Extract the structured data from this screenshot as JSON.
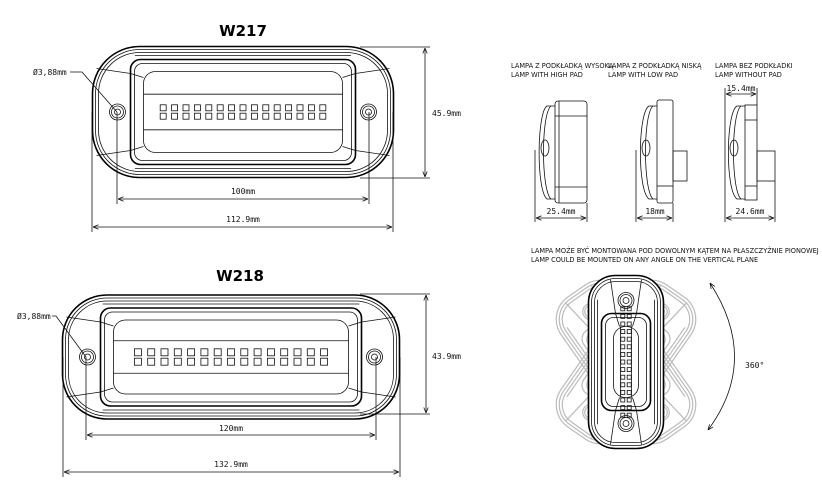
{
  "drawing": {
    "w217": {
      "title": "W217",
      "hole_label": "Ø3,88mm",
      "hole_spacing_label": "100mm",
      "length_label": "112.9mm",
      "height_label": "45.9mm"
    },
    "w218": {
      "title": "W218",
      "hole_label": "Ø3,88mm",
      "hole_spacing_label": "120mm",
      "length_label": "132.9mm",
      "height_label": "43.9mm"
    },
    "side_views": [
      {
        "label_pl": "LAMPA Z PODKŁADKĄ WYSOKĄ",
        "label_en": "LAMP WITH HIGH PAD",
        "depth_label": "25.4mm"
      },
      {
        "label_pl": "LAMPA Z PODKŁADKĄ NISKĄ",
        "label_en": "LAMP WITH LOW PAD",
        "depth_label": "18mm"
      },
      {
        "label_pl": "LAMPA BEZ PODKŁADKI",
        "label_en": "LAMP WITHOUT PAD",
        "depth_label": "24.6mm",
        "top_label": "15.4mm"
      }
    ],
    "mounting_note": {
      "pl": "LAMPA MOŻE BYĆ MONTOWANA POD DOWOLNYM KĄTEM NA PŁASZCZYŹNIE PIONOWEJ",
      "en": "LAMP COULD BE MOUNTED ON ANY ANGLE ON THE VERTICAL PLANE",
      "angle_label": "360°"
    }
  }
}
